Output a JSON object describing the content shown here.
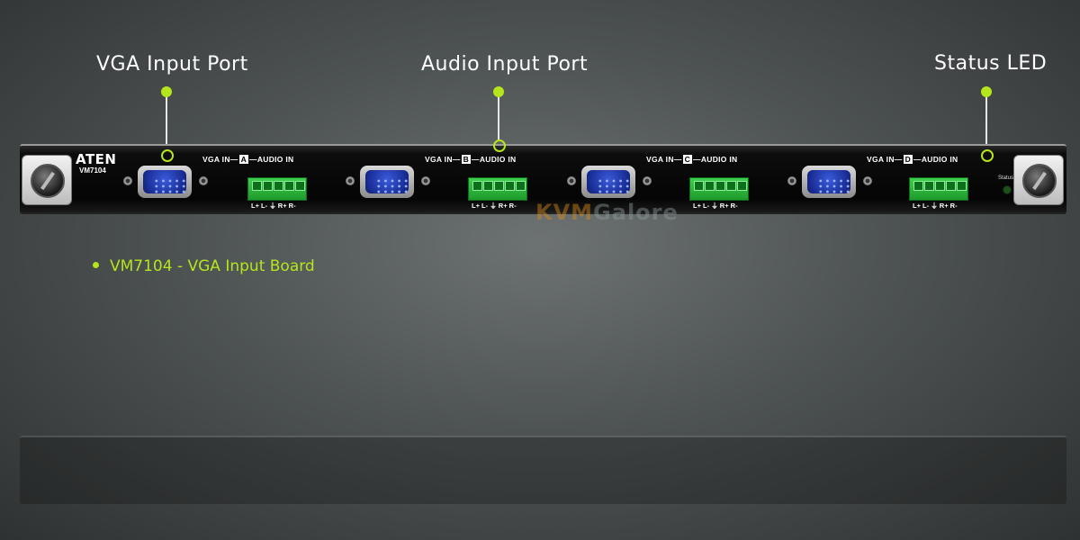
{
  "callouts": [
    {
      "label": "VGA Input Port"
    },
    {
      "label": "Audio Input Port"
    },
    {
      "label": "Status LED"
    }
  ],
  "device": {
    "brand": "ATEN",
    "model": "VM7104",
    "slots": [
      {
        "vga_label": "VGA IN—",
        "letter": "A",
        "audio_label": "—AUDIO IN",
        "audio_legend": "L+ L- ⏚ R+ R-"
      },
      {
        "vga_label": "VGA IN—",
        "letter": "B",
        "audio_label": "—AUDIO IN",
        "audio_legend": "L+ L- ⏚ R+ R-"
      },
      {
        "vga_label": "VGA IN—",
        "letter": "C",
        "audio_label": "—AUDIO IN",
        "audio_legend": "L+ L- ⏚ R+ R-"
      },
      {
        "vga_label": "VGA IN—",
        "letter": "D",
        "audio_label": "—AUDIO IN",
        "audio_legend": "L+ L- ⏚ R+ R-"
      }
    ],
    "status_text": "Status"
  },
  "watermark": {
    "part1": "KVM",
    "part2": "Galore"
  },
  "bullets": [
    {
      "text": "VM7104 - VGA Input Board"
    }
  ],
  "colors": {
    "accent": "#b5e61d",
    "background": "#4e5353",
    "panel": "#050505"
  }
}
